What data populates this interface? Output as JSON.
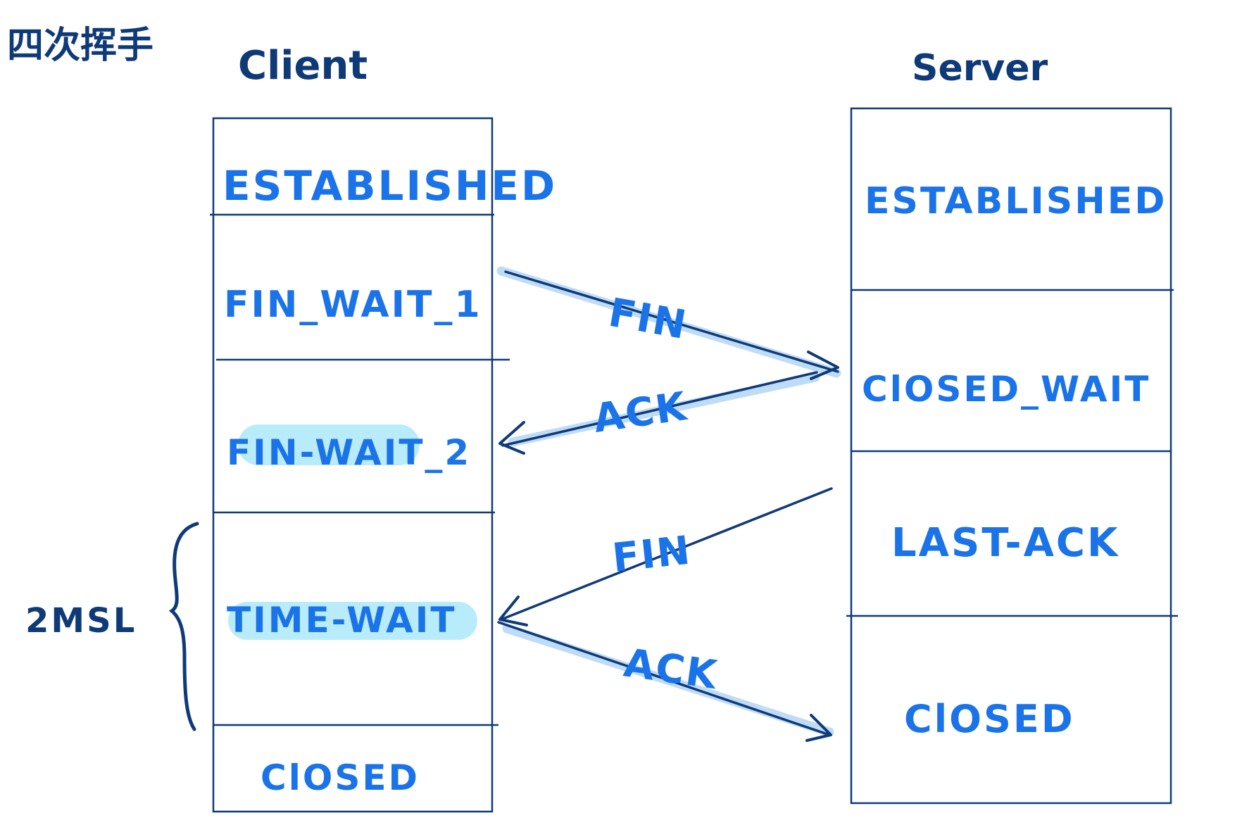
{
  "title": "四次挥手",
  "client": {
    "label": "Client",
    "states": [
      "ESTABLISHED",
      "FIN_WAIT_1",
      "FIN-WAIT_2",
      "TIME-WAIT",
      "ClOSED"
    ]
  },
  "server": {
    "label": "Server",
    "states": [
      "ESTABLISHED",
      "ClOSED_WAIT",
      "LAST-ACK",
      "ClOSED"
    ]
  },
  "messages": [
    {
      "label": "FIN",
      "direction": "client-to-server"
    },
    {
      "label": "ACK",
      "direction": "server-to-client"
    },
    {
      "label": "FIN",
      "direction": "server-to-client"
    },
    {
      "label": "ACK",
      "direction": "client-to-server"
    }
  ],
  "timer": {
    "label": "2MSL"
  },
  "highlighted_states": [
    "FIN-WAIT_2",
    "TIME-WAIT"
  ],
  "colors": {
    "ink_dark": "#0f3a78",
    "ink_blue": "#1a73e8",
    "highlight": "#b9ecfb",
    "arrow_glow": "#bfdcf7"
  }
}
